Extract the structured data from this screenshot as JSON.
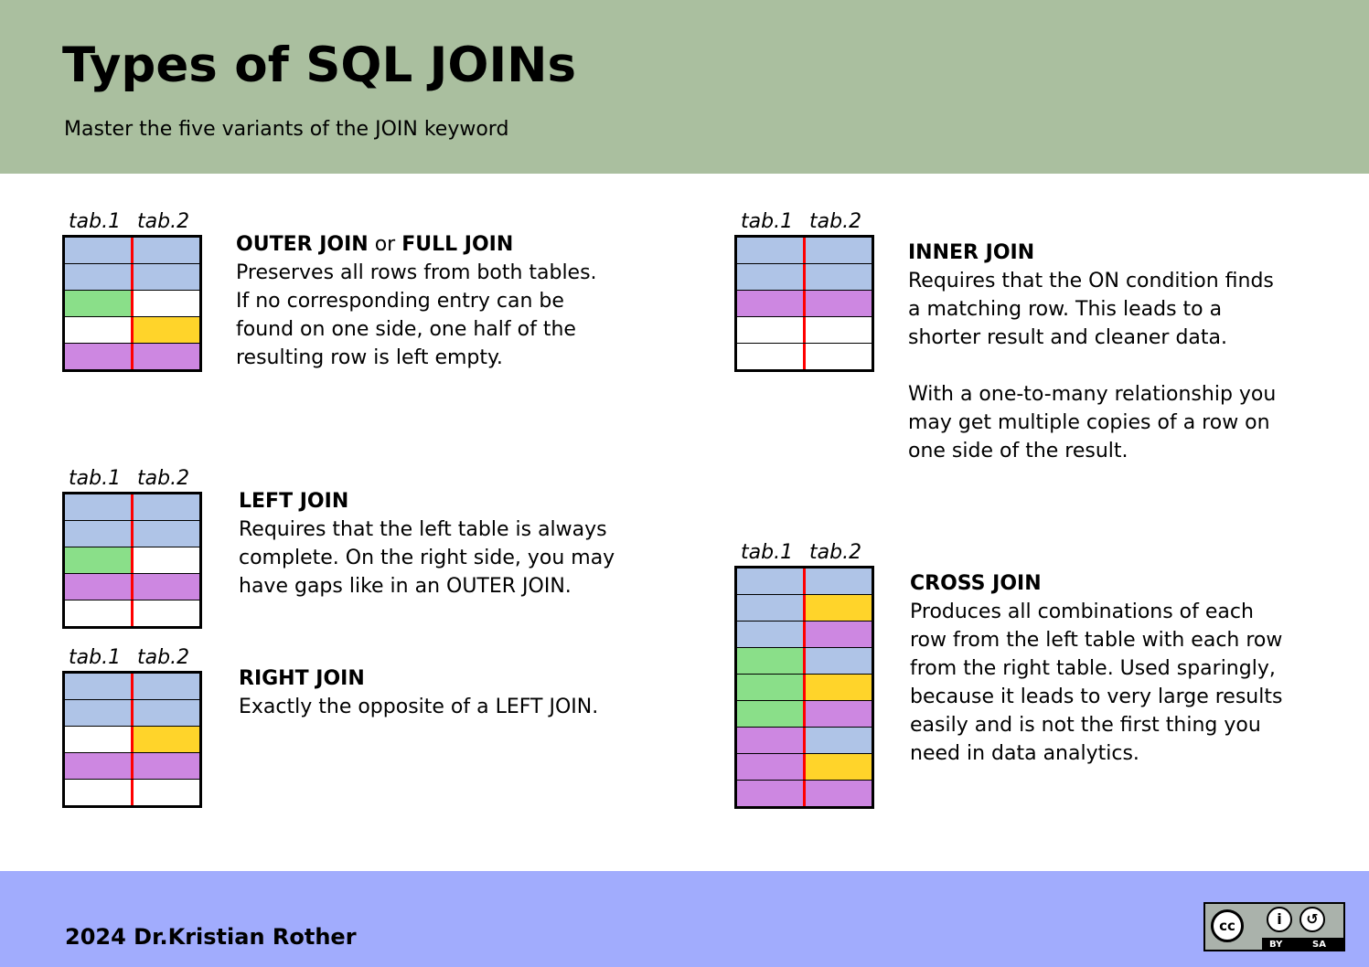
{
  "header": {
    "title": "Types of SQL JOINs",
    "subtitle": "Master the five variants of the JOIN keyword"
  },
  "colors": {
    "blue": "#afc4e7",
    "green": "#8adf89",
    "yellow": "#ffd42a",
    "purple": "#cd87e1",
    "empty": "#ffffff",
    "separator": "#ff0000",
    "header_bg": "#aabf9f",
    "footer_bg": "#a1acfd"
  },
  "table_labels": {
    "left": "tab.1",
    "right": "tab.2"
  },
  "joins": {
    "outer": {
      "name": "OUTER JOIN",
      "connector": "or",
      "alt_name": "FULL JOIN",
      "lines": [
        "Preserves all rows from both tables.",
        "If no corresponding entry can be",
        "found on one side, one half of the",
        "resulting row is left empty."
      ],
      "rows": [
        [
          "blue",
          "blue"
        ],
        [
          "blue",
          "blue"
        ],
        [
          "green",
          "empty"
        ],
        [
          "empty",
          "yellow"
        ],
        [
          "purple",
          "purple"
        ]
      ]
    },
    "inner": {
      "name": "INNER JOIN",
      "lines": [
        "Requires that the ON condition finds",
        "a matching row. This leads to a",
        "shorter result and cleaner data."
      ],
      "lines2": [
        "With a one-to-many relationship you",
        "may get multiple copies of a row on",
        "one side of the result."
      ],
      "rows": [
        [
          "blue",
          "blue"
        ],
        [
          "blue",
          "blue"
        ],
        [
          "purple",
          "purple"
        ],
        [
          "empty",
          "empty"
        ],
        [
          "empty",
          "empty"
        ]
      ]
    },
    "left": {
      "name": "LEFT JOIN",
      "lines": [
        "Requires that the left table is always",
        "complete. On the right side, you may",
        "have gaps like in an OUTER JOIN."
      ],
      "rows": [
        [
          "blue",
          "blue"
        ],
        [
          "blue",
          "blue"
        ],
        [
          "green",
          "empty"
        ],
        [
          "purple",
          "purple"
        ],
        [
          "empty",
          "empty"
        ]
      ]
    },
    "right": {
      "name": "RIGHT JOIN",
      "lines": [
        "Exactly the opposite of a LEFT JOIN."
      ],
      "rows": [
        [
          "blue",
          "blue"
        ],
        [
          "blue",
          "blue"
        ],
        [
          "empty",
          "yellow"
        ],
        [
          "purple",
          "purple"
        ],
        [
          "empty",
          "empty"
        ]
      ]
    },
    "cross": {
      "name": "CROSS JOIN",
      "lines": [
        "Produces all combinations of each",
        "row from the left table with each row",
        "from the right table. Used sparingly,",
        "because it leads to very large results",
        "easily and is not the first thing you",
        "need in data analytics."
      ],
      "rows": [
        [
          "blue",
          "blue"
        ],
        [
          "blue",
          "yellow"
        ],
        [
          "blue",
          "purple"
        ],
        [
          "green",
          "blue"
        ],
        [
          "green",
          "yellow"
        ],
        [
          "green",
          "purple"
        ],
        [
          "purple",
          "blue"
        ],
        [
          "purple",
          "yellow"
        ],
        [
          "purple",
          "purple"
        ]
      ]
    }
  },
  "footer": {
    "author": "2024 Dr.Kristian Rother",
    "license": {
      "cc": "cc",
      "by": "BY",
      "sa": "SA"
    }
  }
}
